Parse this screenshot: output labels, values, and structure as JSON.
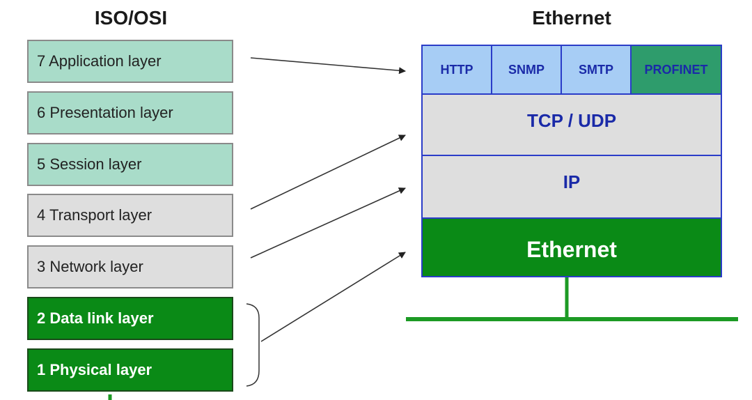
{
  "osi": {
    "title": "ISO/OSI",
    "layers": [
      {
        "label": "7 Application layer"
      },
      {
        "label": "6 Presentation layer"
      },
      {
        "label": "5 Session layer"
      },
      {
        "label": "4 Transport layer"
      },
      {
        "label": "3 Network layer"
      },
      {
        "label": "2 Data link layer"
      },
      {
        "label": "1 Physical layer"
      }
    ]
  },
  "ethernet": {
    "title": "Ethernet",
    "protocols": [
      "HTTP",
      "SNMP",
      "SMTP",
      "PROFINET"
    ],
    "transport": "TCP / UDP",
    "network": "IP",
    "link": "Ethernet"
  },
  "colors": {
    "upper_layers": "#a9dcc9",
    "middle_layers": "#dedede",
    "lower_layers": "#0a8a16",
    "protocol_cells": "#a7cdf5",
    "profinet": "#2e9c6c",
    "stack_border": "#2a3cc8",
    "blue_text": "#1a2aa8"
  }
}
